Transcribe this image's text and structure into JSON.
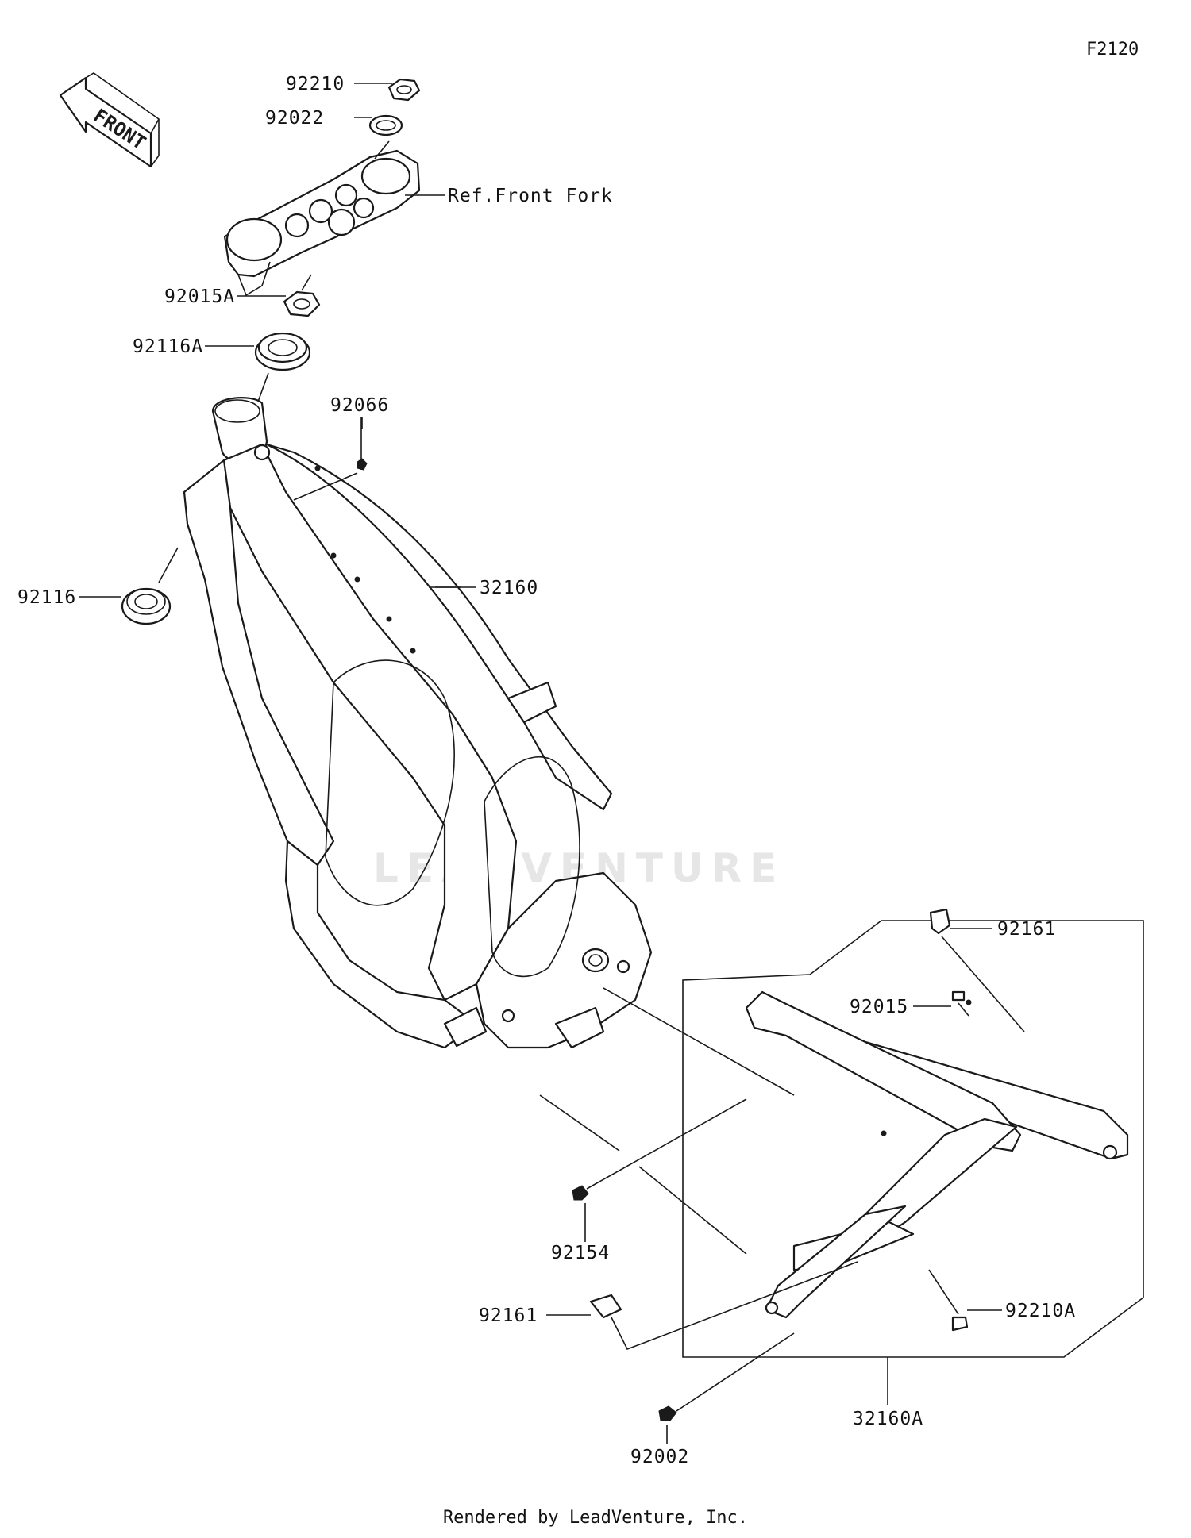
{
  "figure_code": "F2120",
  "front_arrow_label": "FRONT",
  "watermark": "LEADVENTURE",
  "footer": "Rendered by LeadVenture, Inc.",
  "callouts": {
    "p92210": "92210",
    "p92022": "92022",
    "ref_front_fork": "Ref.Front Fork",
    "p92015A": "92015A",
    "p92116A": "92116A",
    "p92066": "92066",
    "p92116": "92116",
    "p32160": "32160",
    "p92161_top": "92161",
    "p92015": "92015",
    "p92154": "92154",
    "p92161_bottom": "92161",
    "p92210A": "92210A",
    "p92002": "92002",
    "p32160A": "32160A"
  }
}
